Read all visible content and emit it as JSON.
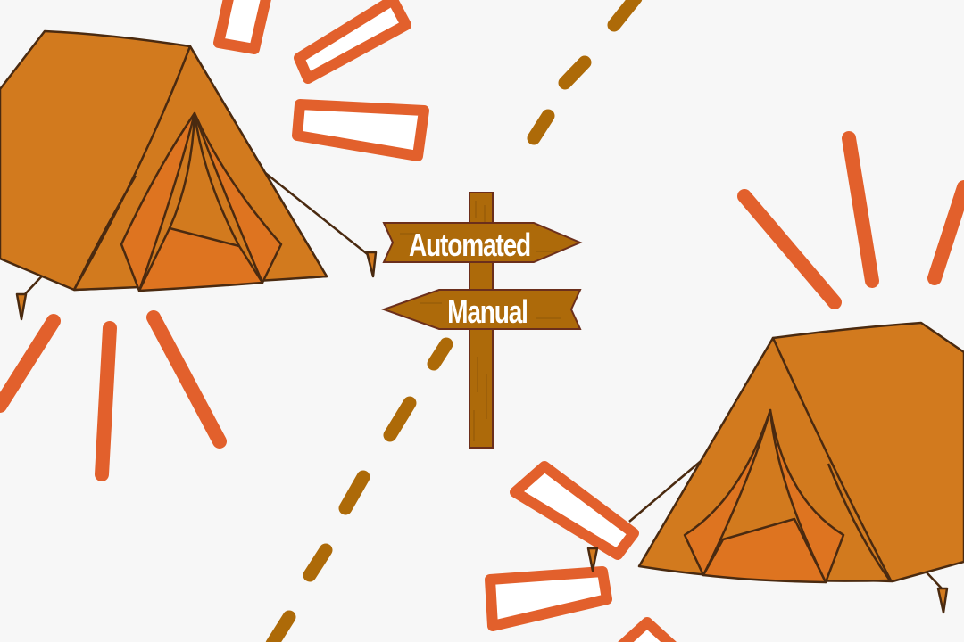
{
  "colors": {
    "background": "#f7f7f7",
    "tent_body": "#d27a1e",
    "tent_inner": "#de7420",
    "tent_outline": "#4a2a10",
    "burst_orange": "#e2602c",
    "path_dash": "#ad6a08",
    "sign_wood": "#ad6a0a",
    "sign_outline": "#6b2f1c",
    "sign_text": "#ffffff"
  },
  "signpost": {
    "top_arrow": {
      "label": "Automated",
      "direction": "right"
    },
    "bottom_arrow": {
      "label": "Manual",
      "direction": "left"
    }
  },
  "elements": {
    "left_tent": "tent-illustration",
    "right_tent": "tent-illustration",
    "path": "dashed-trail",
    "bursts": "highlight-burst-strokes"
  }
}
